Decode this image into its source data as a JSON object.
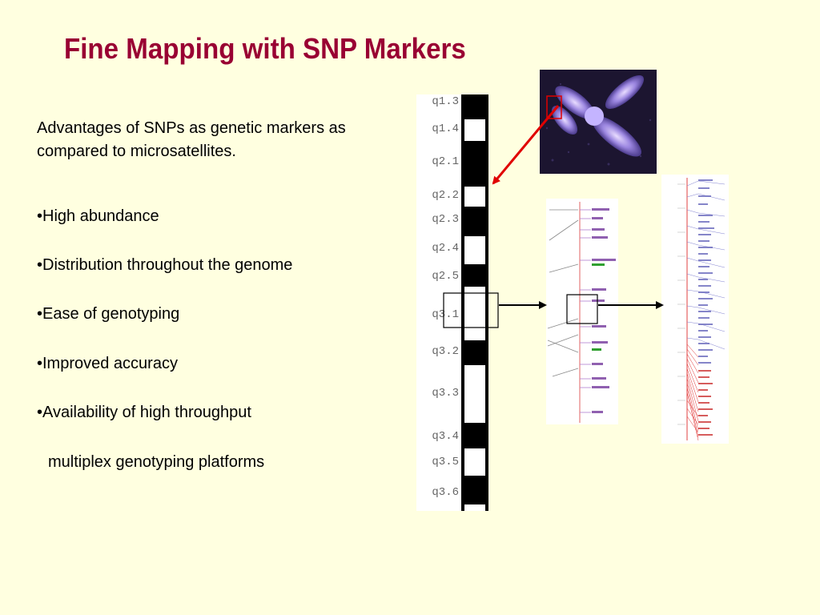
{
  "slide": {
    "title": "Fine Mapping with SNP Markers",
    "intro": "Advantages of SNPs as genetic markers as compared to microsatellites.",
    "bullets": [
      "•High abundance",
      "•Distribution throughout the genome",
      "•Ease of genotyping",
      "•Improved accuracy",
      "•Availability of high throughput",
      "multiplex genotyping platforms"
    ]
  },
  "figure": {
    "band_labels": [
      "q1.3",
      "q1.4",
      "q2.1",
      "q2.2",
      "q2.3",
      "q2.4",
      "q2.5",
      "q3.1",
      "q3.2",
      "q3.3",
      "q3.4",
      "q3.5",
      "q3.6"
    ]
  },
  "colors": {
    "background": "#ffffe0",
    "title": "#990033",
    "pointer_arrow": "#e00000",
    "flow_arrow": "#000000"
  }
}
